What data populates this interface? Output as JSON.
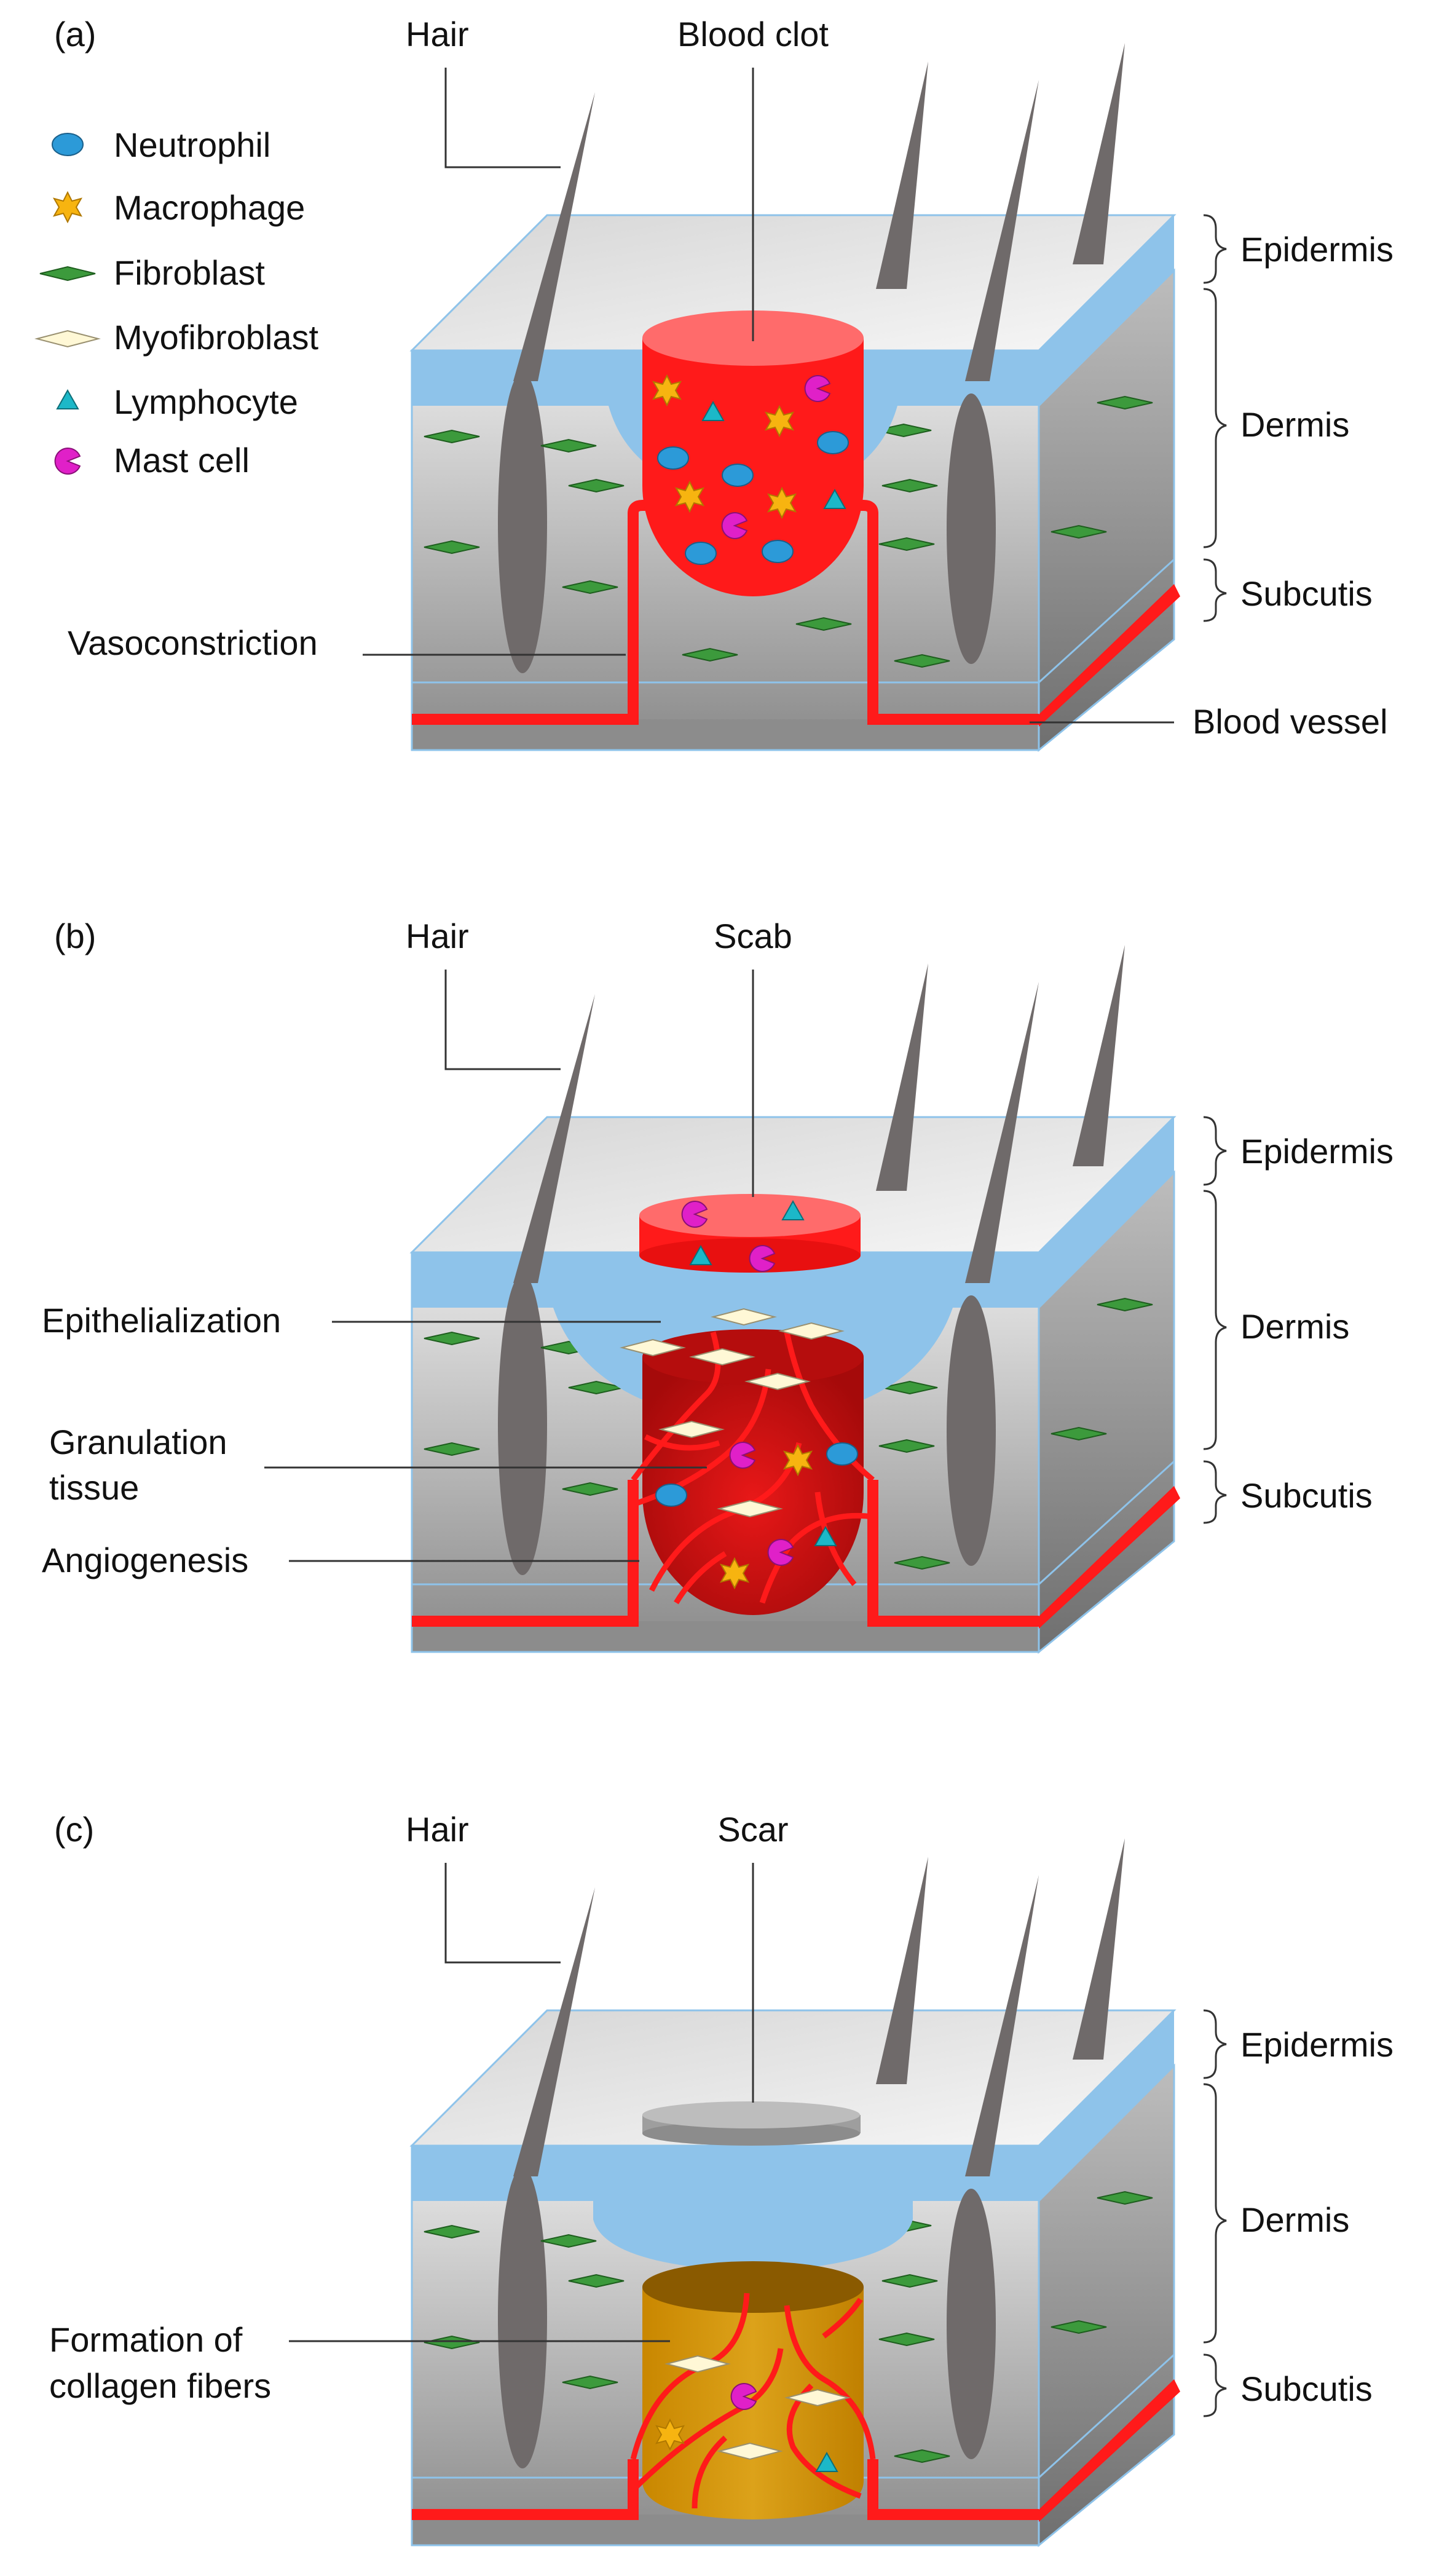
{
  "legend": [
    {
      "label": "Neutrophil",
      "icon": "neutrophil-icon"
    },
    {
      "label": "Macrophage",
      "icon": "macrophage-icon"
    },
    {
      "label": "Fibroblast",
      "icon": "fibroblast-icon"
    },
    {
      "label": "Myofibroblast",
      "icon": "myofibroblast-icon"
    },
    {
      "label": "Lymphocyte",
      "icon": "lymphocyte-icon"
    },
    {
      "label": "Mast cell",
      "icon": "mast-cell-icon"
    }
  ],
  "layers": {
    "epidermis": "Epidermis",
    "dermis": "Dermis",
    "subcutis": "Subcutis"
  },
  "panels": [
    {
      "tag": "(a)",
      "hair": "Hair",
      "top_label": "Blood clot",
      "side_labels": [
        "Vasoconstriction"
      ],
      "right_label": "Blood vessel"
    },
    {
      "tag": "(b)",
      "hair": "Hair",
      "top_label": "Scab",
      "side_labels": [
        "Epithelialization",
        "Granulation",
        "tissue",
        "Angiogenesis"
      ]
    },
    {
      "tag": "(c)",
      "hair": "Hair",
      "top_label": "Scar",
      "side_labels": [
        "Formation of",
        "collagen fibers"
      ]
    }
  ],
  "colors": {
    "epidermis": "#8ec3ea",
    "skin_top": "#e8e8e8",
    "dermis_dark": "#8e8e8e",
    "hair": "#6f6a6a",
    "blood": "#ff1a1a",
    "clot_top": "#ff6b6b",
    "granulation": "#c41010",
    "collagen": "#d49500",
    "collagen_top": "#8a5a00",
    "scar": "#b0b0b0",
    "neutrophil": "#2c9ad8",
    "macrophage": "#f7b410",
    "fibroblast": "#3c9a3c",
    "myofibroblast": "#fff8d6",
    "lymphocyte": "#1cb8c8",
    "mast_cell": "#e020c8"
  }
}
